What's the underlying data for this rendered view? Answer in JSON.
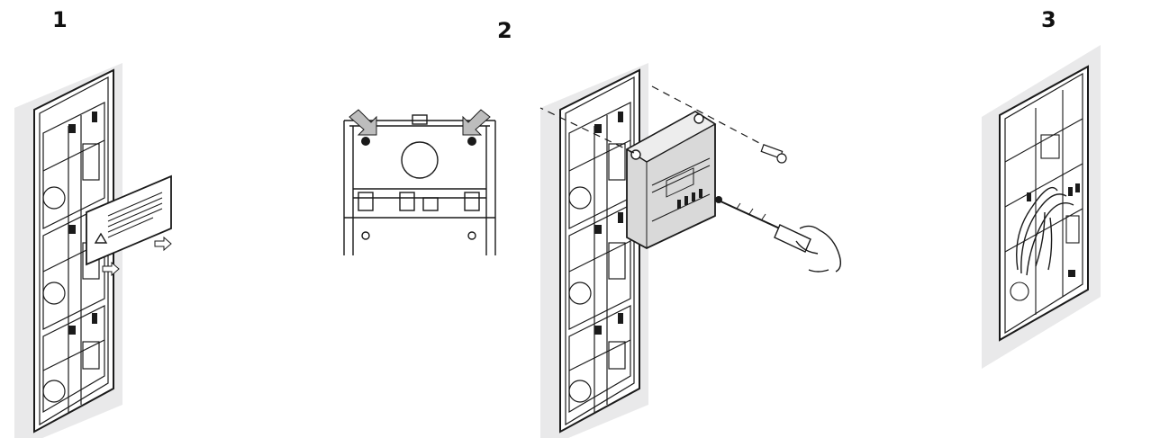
{
  "steps": [
    {
      "number": "1",
      "icon": "warning-label-removal"
    },
    {
      "number": "2",
      "icon": "mounting-holes-detail"
    },
    {
      "number": "3",
      "icon": "wiring-routing"
    }
  ],
  "colors": {
    "ink": "#1a1a1a",
    "wall": "#e9e9ea",
    "module": "#d9d9d9",
    "paper": "#ffffff"
  }
}
